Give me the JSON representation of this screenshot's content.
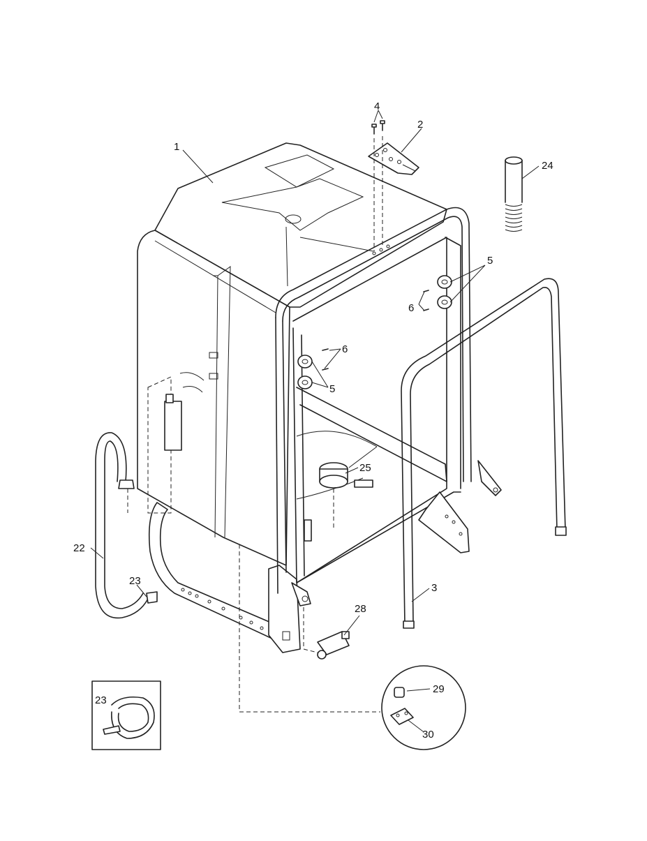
{
  "callouts": {
    "c1": "1",
    "c2": "2",
    "c3": "3",
    "c4": "4",
    "c5a": "5",
    "c5b": "5",
    "c6a": "6",
    "c6b": "6",
    "c22": "22",
    "c23a": "23",
    "c23b": "23",
    "c24": "24",
    "c25": "25",
    "c28": "28",
    "c29": "29",
    "c30": "30"
  }
}
